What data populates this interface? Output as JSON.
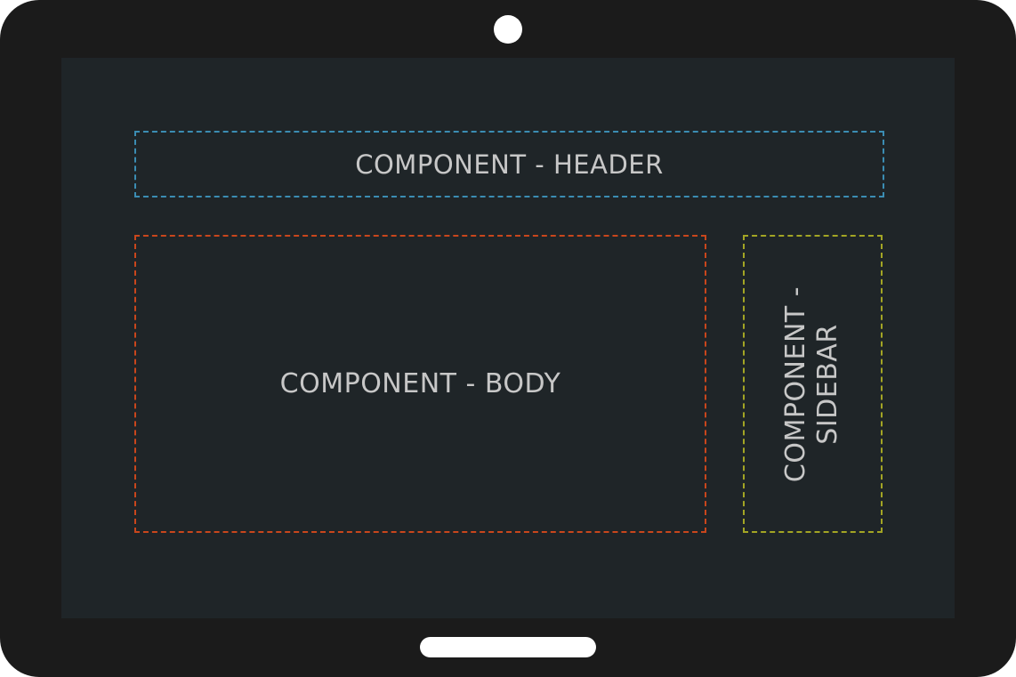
{
  "colors": {
    "bezel": "#1b1b1b",
    "screen": "#1f2528",
    "header_border": "#3b8db3",
    "body_border": "#c9461c",
    "sidebar_border": "#a3a524",
    "label_text": "#c7c7c7"
  },
  "device": {
    "camera_icon": "camera-dot",
    "home_icon": "home-bar"
  },
  "regions": {
    "header_label": "COMPONENT - HEADER",
    "body_label": "COMPONENT - BODY",
    "sidebar_label_line1": "COMPONENT -",
    "sidebar_label_line2": "SIDEBAR"
  }
}
